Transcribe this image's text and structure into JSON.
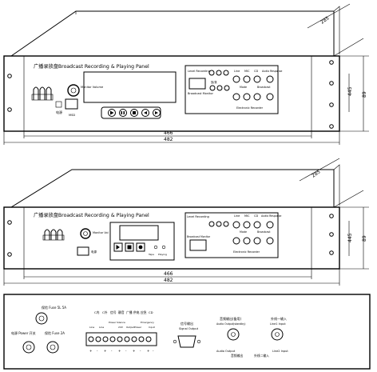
{
  "panel1": {
    "title": "广播录放盘Broadcast Recording & Playing Panel",
    "volume_label": "Monitor Volume",
    "power_box_label": "电源",
    "power_label": "MSD",
    "display_top_label": "Level Recording",
    "display_bottom_label": "Broadcast Monitor",
    "ctrl_labels": [
      "Line",
      "MIC",
      "CD",
      "Audio Response"
    ],
    "mode_labels": [
      "放/录",
      "Mode",
      "Broadcast"
    ],
    "bottom_row_label": "Electronic Recorder",
    "button_icons": [
      "play-icon",
      "pause-icon",
      "stop-icon",
      "rewind-icon",
      "forward-icon"
    ],
    "dims": {
      "inner": "466",
      "outer": "482",
      "height1": "445",
      "height2": "89",
      "depth": "285"
    }
  },
  "panel2": {
    "title": "广播录放盘Broadcast Recording & Playing Panel",
    "volume_label": "Monitor Vol",
    "power_label": "电源",
    "display_top_label": "Level Recording",
    "display_bottom_label": "Broadcast Monitor",
    "ctrl_labels": [
      "Line",
      "MIC",
      "CD",
      "Audio Response"
    ],
    "mode_labels": [
      "Mode",
      "Broadcast"
    ],
    "bottom_row_label": "Electronic Recorder",
    "tape_labels": [
      "Tape",
      "Playing"
    ],
    "dims": {
      "inner": "466",
      "outer": "482",
      "height1": "445",
      "height2": "89",
      "depth": "285"
    }
  },
  "rear": {
    "fuse_label": "保险 Fuse 5L 5A",
    "power_label": "电源 Power 开关",
    "fuse2_label": "保险 Fuse 2A",
    "terminal_header": [
      "C内",
      "C外",
      "信号",
      "静音",
      "广播",
      "供电",
      "应急",
      "CD"
    ],
    "terminal_sub": [
      "Line",
      "Line",
      "Power Silence",
      "24V",
      "Output",
      "Power",
      "Emergency",
      "Input"
    ],
    "terminal_marks": [
      "+",
      "-",
      "+",
      "-",
      "+",
      "-",
      "+",
      "-",
      "+",
      "-"
    ],
    "signal_label": "信号输出",
    "signal_sub": "Signal Output",
    "audio_out_label": "音频输出(备用)",
    "audio_out_sub": "Audio Output(standby)",
    "line_in_label": "外线一输入",
    "line_in_sub": "Line1 Input",
    "audio_out2_label": "Audio Output",
    "audio_out2_sub": "音频输出",
    "line2_label": "外线二输入",
    "line2_sub": "Line2 Input"
  }
}
